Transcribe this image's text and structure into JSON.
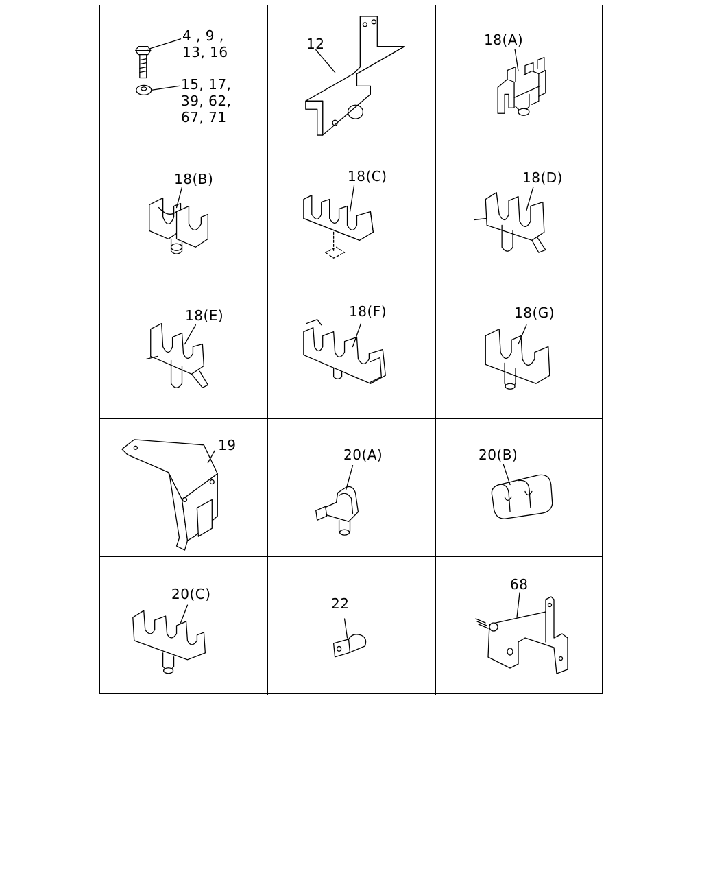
{
  "cells": [
    {
      "name": "fasteners",
      "labels": [
        "4 , 9 ,\n13, 16",
        "15, 17,\n39, 62,\n67, 71"
      ]
    },
    {
      "name": "bracket-12",
      "labels": [
        "12"
      ]
    },
    {
      "name": "clip-18a",
      "labels": [
        "18(A)"
      ]
    },
    {
      "name": "clip-18b",
      "labels": [
        "18(B)"
      ]
    },
    {
      "name": "clip-18c",
      "labels": [
        "18(C)"
      ]
    },
    {
      "name": "clip-18d",
      "labels": [
        "18(D)"
      ]
    },
    {
      "name": "clip-18e",
      "labels": [
        "18(E)"
      ]
    },
    {
      "name": "clip-18f",
      "labels": [
        "18(F)"
      ]
    },
    {
      "name": "clip-18g",
      "labels": [
        "18(G)"
      ]
    },
    {
      "name": "bracket-19",
      "labels": [
        "19"
      ]
    },
    {
      "name": "clip-20a",
      "labels": [
        "20(A)"
      ]
    },
    {
      "name": "clip-20b",
      "labels": [
        "20(B)"
      ]
    },
    {
      "name": "clip-20c",
      "labels": [
        "20(C)"
      ]
    },
    {
      "name": "clamp-22",
      "labels": [
        "22"
      ]
    },
    {
      "name": "bracket-68",
      "labels": [
        "68"
      ]
    }
  ]
}
